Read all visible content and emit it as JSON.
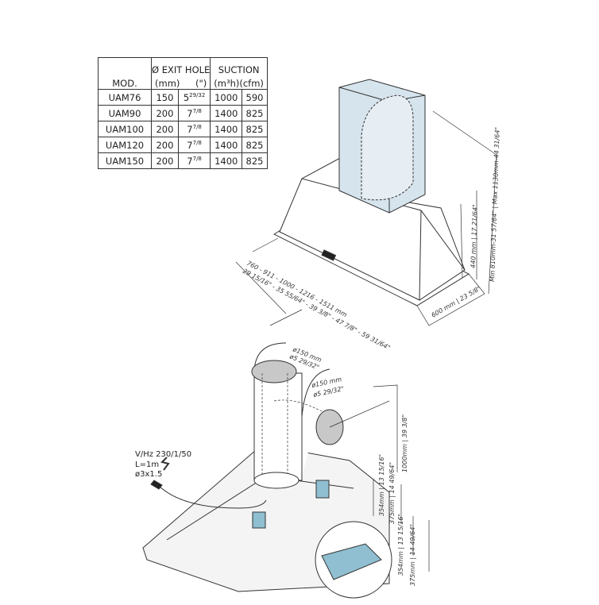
{
  "table": {
    "headers": {
      "model": "MOD.",
      "exit_hole": "Ø EXIT HOLE",
      "exit_mm": "(mm)",
      "exit_in": "(\")",
      "suction": "SUCTION",
      "suction_m3h": "(m³h)",
      "suction_cfm": "(cfm)"
    },
    "rows": [
      {
        "model": "UAM76",
        "mm": "150",
        "in_whole": "5",
        "in_frac": "29/32",
        "m3h": "1000",
        "cfm": "590"
      },
      {
        "model": "UAM90",
        "mm": "200",
        "in_whole": "7",
        "in_frac": "7/8",
        "m3h": "1400",
        "cfm": "825"
      },
      {
        "model": "UAM100",
        "mm": "200",
        "in_whole": "7",
        "in_frac": "7/8",
        "m3h": "1400",
        "cfm": "825"
      },
      {
        "model": "UAM120",
        "mm": "200",
        "in_whole": "7",
        "in_frac": "7/8",
        "m3h": "1400",
        "cfm": "825"
      },
      {
        "model": "UAM150",
        "mm": "200",
        "in_whole": "7",
        "in_frac": "7/8",
        "m3h": "1400",
        "cfm": "825"
      }
    ]
  },
  "top_drawing": {
    "width_mm": "760 - 911 - 1000 - 1216 - 1511 mm",
    "width_in": "29 15/16\" - 35 55/64\" - 39 3/8\" - 47 7/8\" - 59 31/64\"",
    "depth": "600 mm | 23 5/8\"",
    "hood_height": "440 mm | 17 21/64\"",
    "total_height": "Min 810mm-31 57/64\" | Max 1130mm-44 31/64\""
  },
  "bottom_drawing": {
    "power_voltage": "V/Hz 230/1/50",
    "power_length": "L=1m",
    "power_cable": "ø3x1.5",
    "duct_top_mm": "ø150 mm",
    "duct_top_in": "ø5 29/32\"",
    "duct_side_mm": "ø150 mm",
    "duct_side_in": "ø5 29/32\"",
    "duct_height": "1000mm | 39 3/8\"",
    "bracket_a": "354mm | 13 15/16\"",
    "bracket_b": "375mm | 14 49/64\"",
    "detail_a": "354mm | 13 15/16\"",
    "detail_b": "375mm | 14 49/64\""
  },
  "colors": {
    "chimney": "#d6e4ee",
    "bracket": "#8fbfd0",
    "duct": "#c8c8c8"
  }
}
